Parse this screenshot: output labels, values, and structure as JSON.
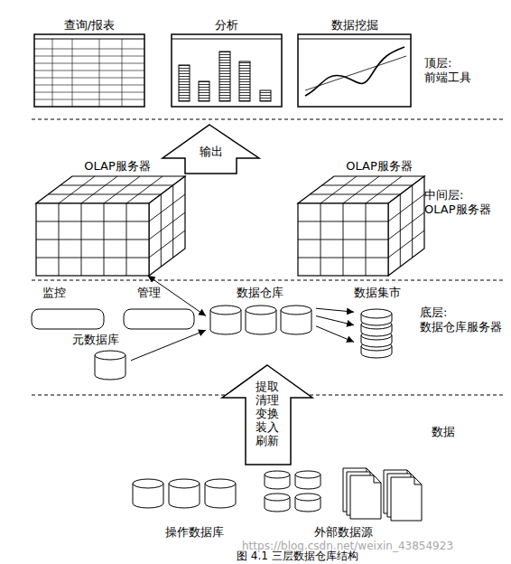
{
  "diagram": {
    "caption": "图 4.1 三层数据仓库结构",
    "nodes": [
      {
        "text": [
          "查询/报表"
        ]
      },
      {
        "text": [
          "分析"
        ]
      },
      {
        "text": [
          "数据挖掘"
        ]
      },
      {
        "text": [
          "输出"
        ]
      },
      {
        "text": [
          "OLAP服务器"
        ]
      },
      {
        "text": [
          "OLAP服务器"
        ]
      },
      {
        "text": [
          "监控"
        ]
      },
      {
        "text": [
          "管理"
        ]
      },
      {
        "text": [
          "数据仓库"
        ]
      },
      {
        "text": [
          "数据集市"
        ]
      },
      {
        "text": [
          "元数据库"
        ]
      },
      {
        "text": [
          "提取 清理 变换 装入 刷新"
        ]
      },
      {
        "text": [
          "操作数据库"
        ]
      },
      {
        "text": [
          "外部数据源"
        ]
      }
    ],
    "edges": [
      {
        "from": 4,
        "to": 8,
        "arrow": "both"
      },
      {
        "from": 8,
        "to": 9,
        "arrow": "to"
      },
      {
        "from": 8,
        "to": 9,
        "arrow": "to"
      },
      {
        "from": 8,
        "to": 9,
        "arrow": "to"
      },
      {
        "from": 10,
        "to": 8,
        "arrow": "to"
      }
    ],
    "labels": [
      "顶层: 前端工具",
      "中间层: OLAP服务器",
      "底层: 数据仓库服务器",
      "数据",
      "https://blog.csdn.net/weixin_43854923"
    ]
  }
}
